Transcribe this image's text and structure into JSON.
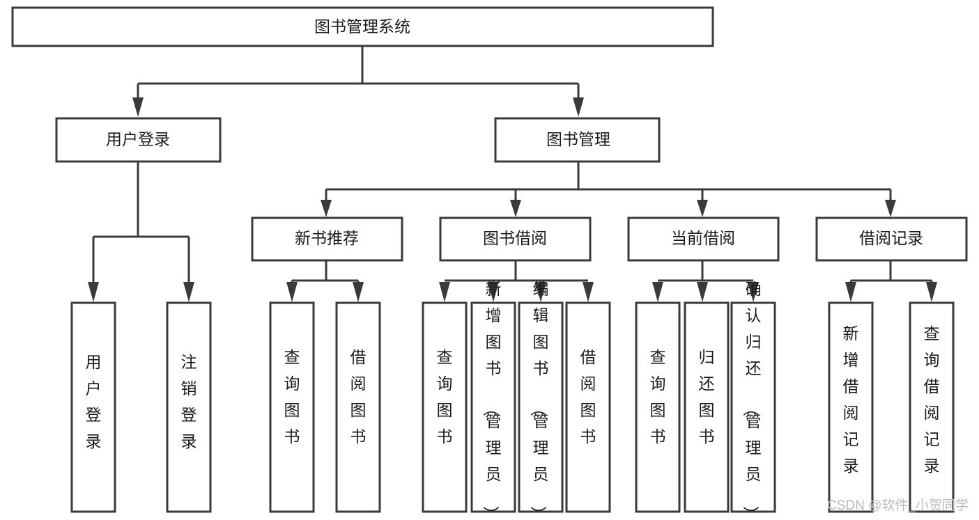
{
  "diagram": {
    "type": "tree-flowchart",
    "root": {
      "id": "root",
      "label": "图书管理系统"
    },
    "level2": [
      {
        "id": "user-login",
        "label": "用户登录"
      },
      {
        "id": "book-management",
        "label": "图书管理"
      }
    ],
    "level3": [
      {
        "id": "new-book-recommend",
        "label": "新书推荐",
        "parent": "book-management"
      },
      {
        "id": "book-borrow",
        "label": "图书借阅",
        "parent": "book-management"
      },
      {
        "id": "current-borrow",
        "label": "当前借阅",
        "parent": "book-management"
      },
      {
        "id": "borrow-record",
        "label": "借阅记录",
        "parent": "book-management"
      }
    ],
    "leaves": {
      "user-login": [
        {
          "id": "leaf-user-login",
          "label": "用户登录"
        },
        {
          "id": "leaf-logout-login",
          "label": "注销登录"
        }
      ],
      "new-book-recommend": [
        {
          "id": "leaf-query-book-1",
          "label": "查询图书"
        },
        {
          "id": "leaf-borrow-book-1",
          "label": "借阅图书"
        }
      ],
      "book-borrow": [
        {
          "id": "leaf-query-book-2",
          "label": "查询图书"
        },
        {
          "id": "leaf-add-book",
          "label": "新增图书（管理员）"
        },
        {
          "id": "leaf-edit-book",
          "label": "编辑图书（管理员）"
        },
        {
          "id": "leaf-borrow-book-2",
          "label": "借阅图书"
        }
      ],
      "current-borrow": [
        {
          "id": "leaf-query-book-3",
          "label": "查询图书"
        },
        {
          "id": "leaf-return-book",
          "label": "归还图书"
        },
        {
          "id": "leaf-confirm-return",
          "label": "确认归还（管理员）"
        }
      ],
      "borrow-record": [
        {
          "id": "leaf-add-borrow-record",
          "label": "新增借阅记录"
        },
        {
          "id": "leaf-query-borrow-record",
          "label": "查询借阅记录"
        }
      ]
    }
  },
  "watermark": {
    "text": "CSDN @软件_小贺同学"
  },
  "colors": {
    "box_stroke": "#3a3a3a",
    "box_fill": "#ffffff",
    "text": "#1a1a1a",
    "watermark": "#b9b9b9",
    "background": "#ffffff"
  }
}
